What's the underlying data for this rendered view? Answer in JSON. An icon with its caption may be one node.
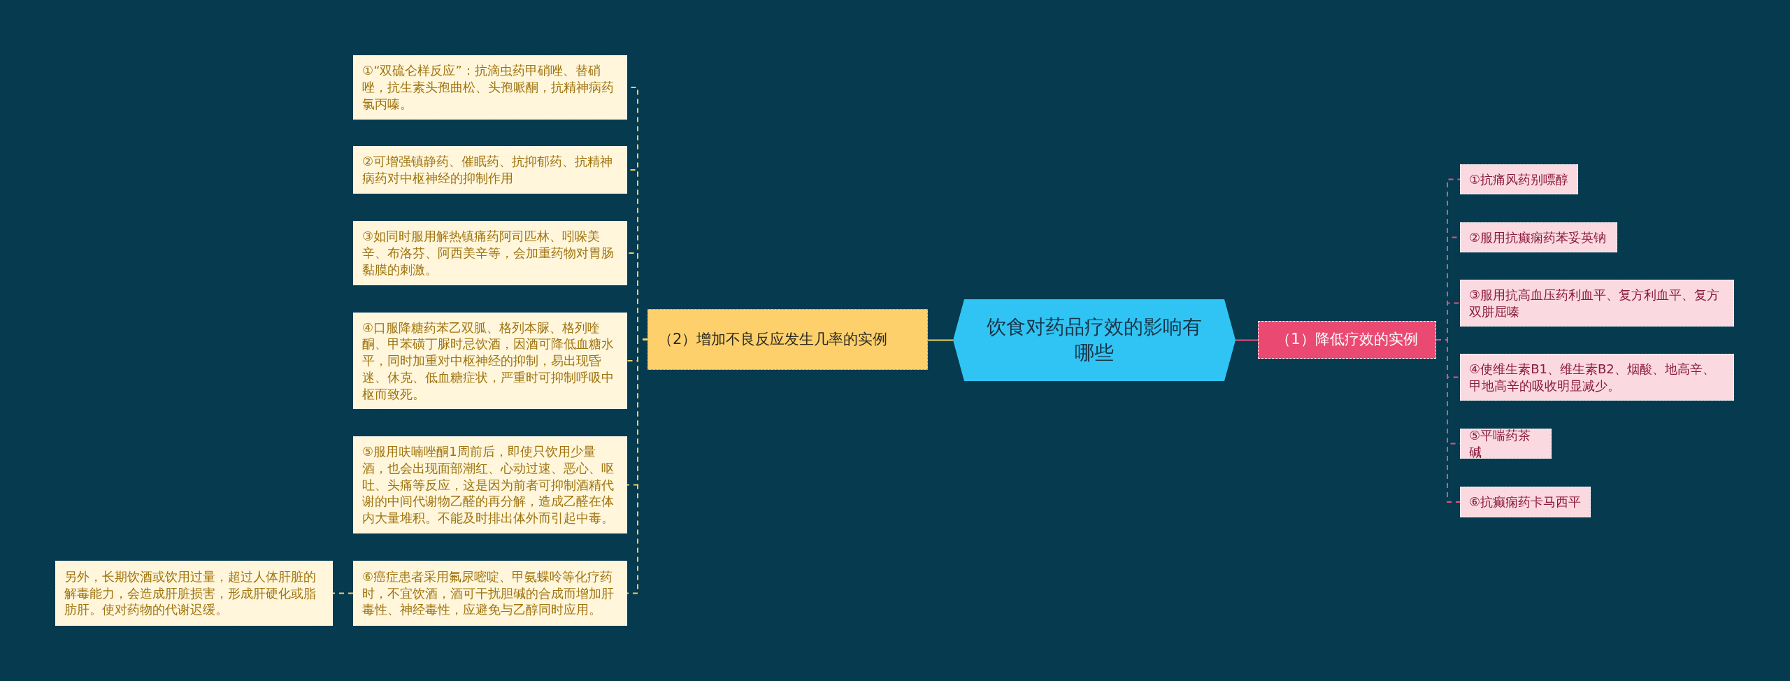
{
  "diagram": {
    "nodes": [
      {
        "text": [
          "饮食对药品疗效的影响有哪些"
        ]
      },
      {
        "text": [
          "（2）增加不良反应发生几率的实例"
        ]
      },
      {
        "text": [
          "①“双硫仑样反应”：抗滴虫药甲硝唑、替硝唑，抗生素头孢曲松、头孢哌酮，抗精神病药氯丙嗪。"
        ]
      },
      {
        "text": [
          "②可增强镇静药、催眠药、抗抑郁药、抗精神病药对中枢神经的抑制作用"
        ]
      },
      {
        "text": [
          "③如同时服用解热镇痛药阿司匹林、吲哚美辛、布洛芬、阿西美辛等，会加重药物对胃肠黏膜的刺激。"
        ]
      },
      {
        "text": [
          "④口服降糖药苯乙双胍、格列本脲、格列喹酮、甲苯磺丁脲时忌饮酒，因酒可降低血糖水平，同时加重对中枢神经的抑制，易出现昏迷、休克、低血糖症状，严重时可抑制呼吸中枢而致死。"
        ]
      },
      {
        "text": [
          "⑤服用呋喃唑酮1周前后，即使只饮用少量酒，也会出现面部潮红、心动过速、恶心、呕吐、头痛等反应，这是因为前者可抑制酒精代谢的中间代谢物乙醛的再分解，造成乙醛在体内大量堆积。不能及时排出体外而引起中毒。"
        ]
      },
      {
        "text": [
          "⑥癌症患者采用氟尿嘧啶、甲氨蝶呤等化疗药时，不宜饮酒，酒可干扰胆碱的合成而增加肝毒性、神经毒性，应避免与乙醇同时应用。"
        ]
      },
      {
        "text": [
          "另外，长期饮酒或饮用过量，超过人体肝脏的解毒能力，会造成肝脏损害，形成肝硬化或脂肪肝。使对药物的代谢迟缓。"
        ]
      },
      {
        "text": [
          "（1）降低疗效的实例"
        ]
      },
      {
        "text": [
          "①抗痛风药别嘌醇"
        ]
      },
      {
        "text": [
          "②服用抗癫痫药苯妥英钠"
        ]
      },
      {
        "text": [
          "③服用抗高血压药利血平、复方利血平、复方双肼屈嗪"
        ]
      },
      {
        "text": [
          "④使维生素B1、维生素B2、烟酸、地高辛、甲地高辛的吸收明显减少。"
        ]
      },
      {
        "text": [
          "⑤平喘药茶碱"
        ]
      },
      {
        "text": [
          "⑥抗癫痫药卡马西平"
        ]
      }
    ],
    "edges": [
      {
        "from": 0,
        "to": 1,
        "arrow": "none"
      },
      {
        "from": 1,
        "to": 2,
        "arrow": "none",
        "style": "dashed"
      },
      {
        "from": 1,
        "to": 3,
        "arrow": "none",
        "style": "dashed"
      },
      {
        "from": 1,
        "to": 4,
        "arrow": "none",
        "style": "dashed"
      },
      {
        "from": 1,
        "to": 5,
        "arrow": "none",
        "style": "dashed"
      },
      {
        "from": 1,
        "to": 6,
        "arrow": "none",
        "style": "dashed"
      },
      {
        "from": 1,
        "to": 7,
        "arrow": "none",
        "style": "dashed"
      },
      {
        "from": 7,
        "to": 8,
        "arrow": "none",
        "style": "dashed"
      },
      {
        "from": 0,
        "to": 9,
        "arrow": "none",
        "color": "#e8507a"
      },
      {
        "from": 9,
        "to": 10,
        "arrow": "none",
        "style": "dashed",
        "color": "#e8507a"
      },
      {
        "from": 9,
        "to": 11,
        "arrow": "none",
        "style": "dashed",
        "color": "#e8507a"
      },
      {
        "from": 9,
        "to": 12,
        "arrow": "none",
        "style": "dashed",
        "color": "#e8507a"
      },
      {
        "from": 9,
        "to": 13,
        "arrow": "none",
        "style": "dashed",
        "color": "#e8507a"
      },
      {
        "from": 9,
        "to": 14,
        "arrow": "none",
        "style": "dashed",
        "color": "#e8507a"
      },
      {
        "from": 9,
        "to": 15,
        "arrow": "none",
        "style": "dashed",
        "color": "#e8507a"
      }
    ]
  }
}
